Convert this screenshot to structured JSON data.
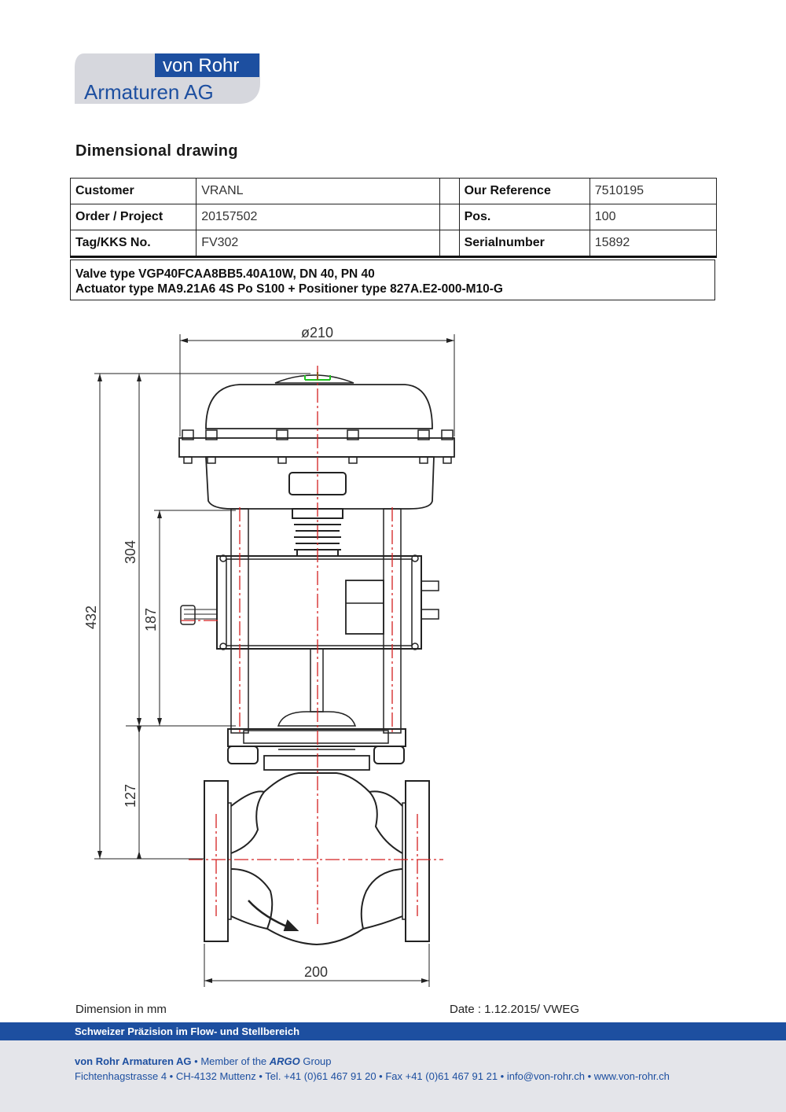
{
  "logo": {
    "line1": "von Rohr",
    "line2": "Armaturen AG"
  },
  "title": "Dimensional drawing",
  "table": {
    "rows": [
      [
        {
          "label": "Customer",
          "value": "VRANL"
        },
        {
          "label": "Our Reference",
          "value": "7510195"
        }
      ],
      [
        {
          "label": "Order / Project",
          "value": "20157502"
        },
        {
          "label": "Pos.",
          "value": "100"
        }
      ],
      [
        {
          "label": "Tag/KKS No.",
          "value": "FV302"
        },
        {
          "label": "Serialnumber",
          "value": "15892"
        }
      ]
    ],
    "valve_line": "Valve type  VGP40FCAA8BB5.40A10W,  DN 40, PN 40",
    "actuator_line": "Actuator type MA9.21A6 4S Po S100  +  Positioner type 827A.E2-000-M10-G"
  },
  "drawing": {
    "dim_top": "ø210",
    "dim_bottom": "200",
    "dim_432": "432",
    "dim_304": "304",
    "dim_187": "187",
    "dim_127": "127",
    "line_color": "#222222",
    "centerline_color": "#d42020",
    "marker_color": "#20c020"
  },
  "notes": {
    "dimension_unit": "Dimension  in mm",
    "date": "Date :  1.12.2015/ VWEG"
  },
  "footer": {
    "tagline": "Schweizer Präzision im Flow- und Stellbereich",
    "company": "von Rohr Armaturen AG",
    "member": " • Member of the ",
    "group_logo": "ARGO",
    "group": " Group",
    "address": "Fichtenhagstrasse 4 • CH-4132 Muttenz  • Tel. +41 (0)61 467 91 20 • Fax +41 (0)61 467 91 21  • info@von-rohr.ch • www.von-rohr.ch"
  },
  "colors": {
    "brand_blue": "#1d4fa0",
    "logo_grey": "#d6d7dd",
    "footer_grey": "#e4e5ea"
  }
}
